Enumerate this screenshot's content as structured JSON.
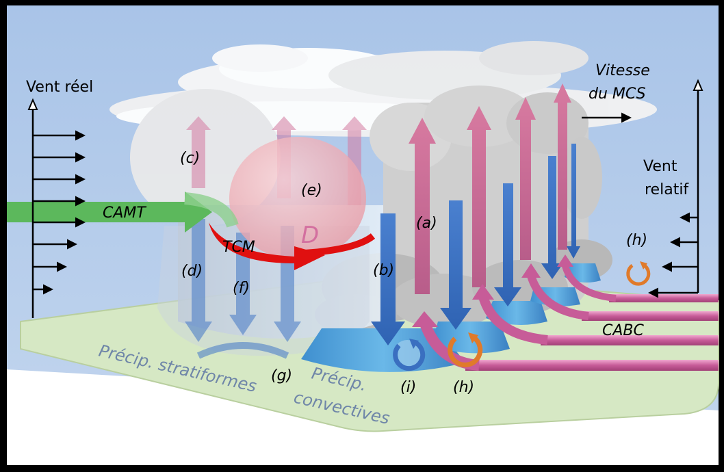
{
  "labels": {
    "vent_reel": "Vent réel",
    "vitesse_line1": "Vitesse",
    "vitesse_line2": "du MCS",
    "vent_relatif_line1": "Vent",
    "vent_relatif_line2": "relatif",
    "camt": "CAMT",
    "tcm": "TCM",
    "d": "D",
    "cabc": "CABC",
    "a": "(a)",
    "b": "(b)",
    "c": "(c)",
    "d_paren": "(d)",
    "e": "(e)",
    "f": "(f)",
    "g": "(g)",
    "h_right": "(h)",
    "h_bottom": "(h)",
    "i": "(i)",
    "precip_strat": "Précip. stratiformes",
    "precip_conv_line1": "Précip.",
    "precip_conv_line2": "convectives"
  },
  "colors": {
    "sky": "#aac5e6",
    "ground": "#d7e8c8",
    "inflow_green": "#5cb85c",
    "updraft_pink": "#c9678f",
    "downdraft_blue": "#3a6fc0",
    "tcm_red": "#e01010",
    "vortex_orange": "#e07a2a",
    "vortex_blue": "#3a6fc0"
  }
}
